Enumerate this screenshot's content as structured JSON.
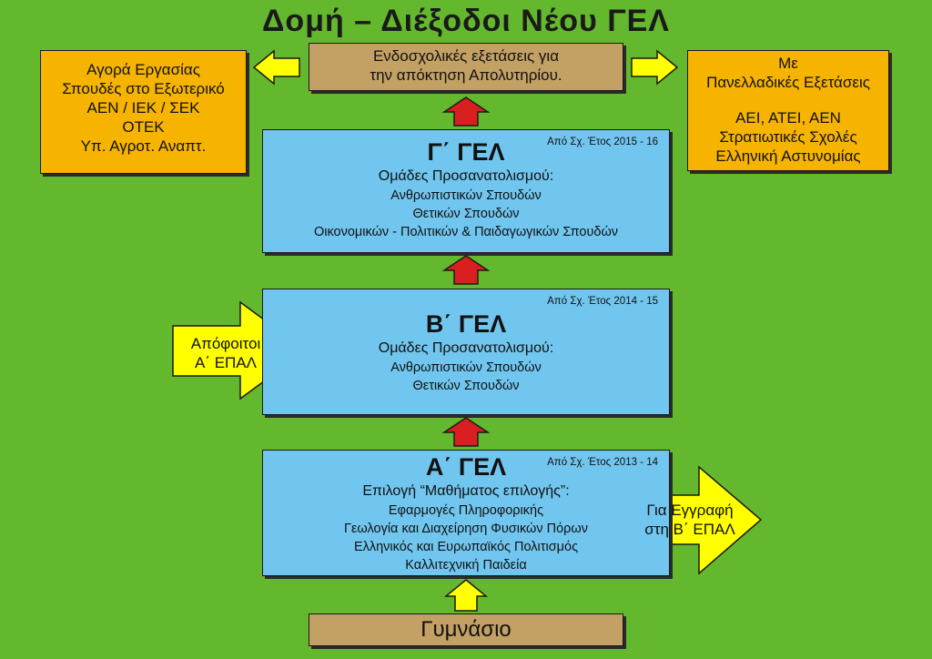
{
  "title": "Δομή – Διέξοδοι Νέου ΓΕΛ",
  "exam_box": [
    "Ενδοσχολικές εξετάσεις για",
    "την απόκτηση Απολυτηρίου."
  ],
  "left_box": [
    "Αγορά Εργασίας",
    "Σπουδές στο Εξωτερικό",
    "ΑΕΝ  /  ΙΕΚ  /  ΣΕΚ",
    "ΟΤΕΚ",
    "Υπ. Αγροτ. Αναπτ."
  ],
  "right_box": {
    "top": [
      "Με",
      "Πανελλαδικές Εξετάσεις"
    ],
    "bottom": [
      "ΑΕΙ, ΑΤΕΙ, ΑΕΝ",
      "Στρατιωτικές Σχολές",
      "Ελληνική Αστυνομίας"
    ]
  },
  "g_gel": {
    "heading": "Γ΄ ΓΕΛ",
    "year": "Από Σχ. Έτος 2015 - 16",
    "subheading": "Ομάδες Προσανατολισμού:",
    "items": [
      "Ανθρωπιστικών Σπουδών",
      "Θετικών Σπουδών",
      "Οικονομικών - Πολιτικών & Παιδαγωγικών Σπουδών"
    ]
  },
  "b_gel": {
    "heading": "Β΄ ΓΕΛ",
    "year": "Από Σχ. Έτος 2014 - 15",
    "subheading": "Ομάδες Προσανατολισμού:",
    "items": [
      "Ανθρωπιστικών Σπουδών",
      "Θετικών Σπουδών"
    ]
  },
  "a_gel": {
    "heading": "Α΄ ΓΕΛ",
    "year": "Από Σχ. Έτος 2013 - 14",
    "subheading": "Επιλογή “Μαθήματος επιλογής”:",
    "items": [
      "Εφαρμογές Πληροφορικής",
      "Γεωλογία και Διαχείρηση Φυσικών Πόρων",
      "Ελληνικός και Ευρωπαϊκός Πολιτισμός",
      "Καλλιτεχνική Παιδεία"
    ]
  },
  "epal_in": [
    "Απόφοιτοι",
    "Α΄  ΕΠΑΛ"
  ],
  "epal_out": [
    "Για Εγγραφή",
    "στη  Β΄  ΕΠΑΛ"
  ],
  "gymnasio": "Γυμνάσιο",
  "colors": {
    "background": "#64b82d",
    "orange_box": "#f6b400",
    "blue_box": "#71c6ef",
    "tan_box": "#c3a064",
    "yellow_arrow": "#ffff00",
    "red_arrow": "#d91f1f"
  }
}
